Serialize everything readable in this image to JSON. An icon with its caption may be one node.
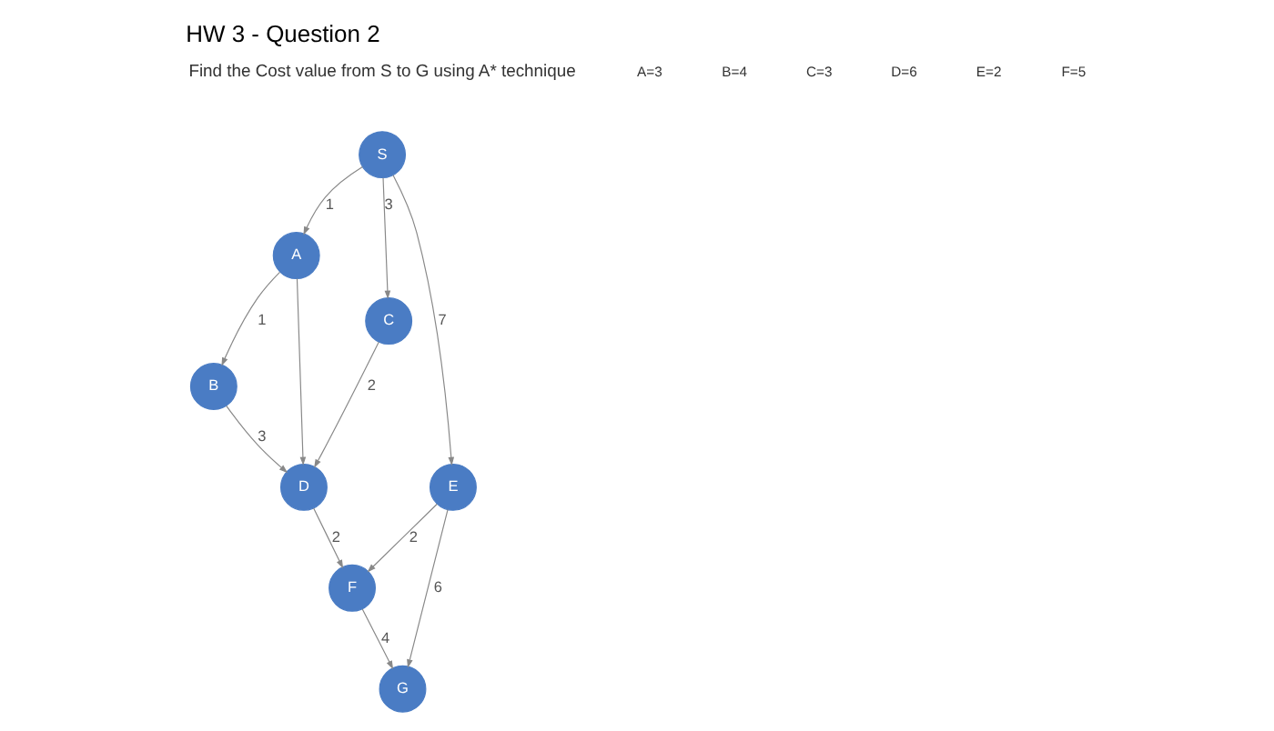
{
  "diagram": {
    "title": "HW 3 - Question 2",
    "nodes": [
      {
        "text": [
          "S"
        ]
      },
      {
        "text": [
          "A"
        ]
      },
      {
        "text": [
          "C"
        ]
      },
      {
        "text": [
          "E"
        ]
      },
      {
        "text": [
          "B"
        ]
      },
      {
        "text": [
          "D"
        ]
      },
      {
        "text": [
          "F"
        ]
      },
      {
        "text": [
          "G"
        ]
      }
    ],
    "edges": [
      {
        "from": 0,
        "to": 1,
        "arrow": "to",
        "label": "1"
      },
      {
        "from": 0,
        "to": 2,
        "arrow": "to",
        "label": "3"
      },
      {
        "from": 0,
        "to": 3,
        "arrow": "to",
        "label": "7"
      },
      {
        "from": 1,
        "to": 4,
        "arrow": "to",
        "label": "1"
      },
      {
        "from": 1,
        "to": 5,
        "arrow": "to"
      },
      {
        "from": 2,
        "to": 5,
        "arrow": "to",
        "label": "2"
      },
      {
        "from": 3,
        "to": 6,
        "arrow": "to",
        "label": "2"
      },
      {
        "from": 3,
        "to": 7,
        "arrow": "to",
        "label": "6"
      },
      {
        "from": 4,
        "to": 5,
        "arrow": "to",
        "label": "3"
      },
      {
        "from": 5,
        "to": 6,
        "arrow": "to",
        "label": "2"
      },
      {
        "from": 6,
        "to": 7,
        "arrow": "to",
        "label": "4"
      }
    ],
    "labels": [
      "Find the Cost value from S to G using A* technique",
      "A=3",
      "B=4",
      "C=3",
      "D=6",
      "E=2",
      "F=5"
    ]
  }
}
